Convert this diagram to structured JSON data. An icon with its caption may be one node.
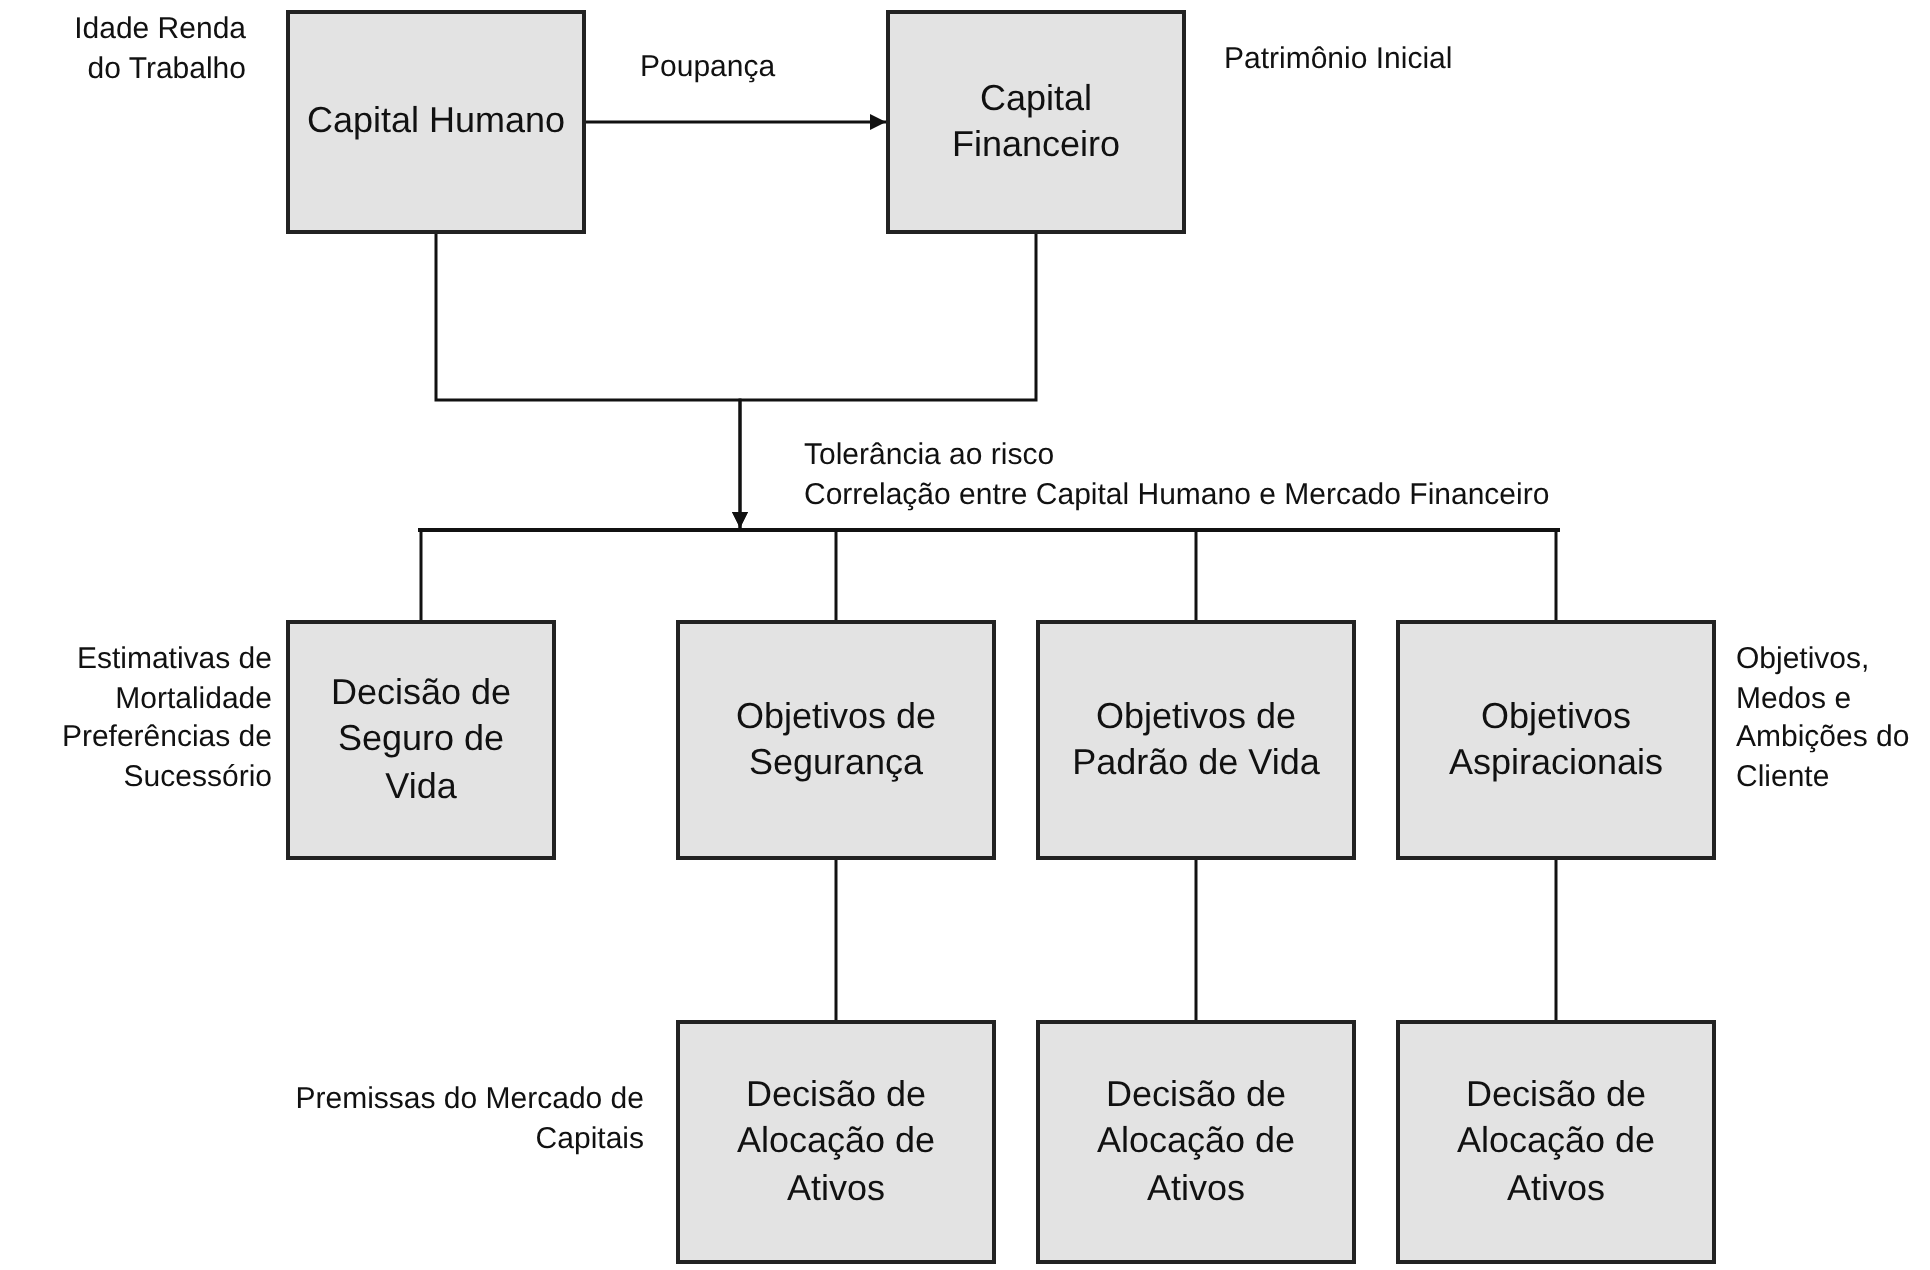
{
  "diagram": {
    "nodes": [
      {
        "text": [
          "Capital Humano"
        ],
        "beside": [
          "Idade Renda do Trabalho"
        ]
      },
      {
        "text": [
          "Capital Financeiro"
        ],
        "beside": [
          "Patrimônio Inicial"
        ]
      },
      {
        "text": [
          "Decisão de Seguro de Vida"
        ],
        "beside": [
          "Estimativas de Mortalidade",
          "Preferências de Sucessório"
        ]
      },
      {
        "text": [
          "Objetivos de Segurança"
        ]
      },
      {
        "text": [
          "Objetivos de Padrão de Vida"
        ]
      },
      {
        "text": [
          "Objetivos Aspiracionais"
        ],
        "beside": [
          "Objetivos, Medos e Ambições do Cliente"
        ]
      },
      {
        "text": [
          "Decisão de Alocação de Ativos"
        ],
        "beside": [
          "Premissas do Mercado de Capitais"
        ]
      },
      {
        "text": [
          "Decisão de Alocação de Ativos"
        ]
      },
      {
        "text": [
          "Decisão de Alocação de Ativos"
        ]
      },
      {
        "text": [],
        "shape": "bar"
      }
    ],
    "edges": [
      {
        "from": 0,
        "to": 1,
        "arrow": "to",
        "label": "Poupança"
      },
      {
        "from": 0,
        "to": 9,
        "arrow": "to"
      },
      {
        "from": 1,
        "to": 9,
        "arrow": "to"
      },
      {
        "from": 9,
        "to": 2,
        "arrow": "none"
      },
      {
        "from": 9,
        "to": 3,
        "arrow": "none"
      },
      {
        "from": 9,
        "to": 4,
        "arrow": "none"
      },
      {
        "from": 9,
        "to": 5,
        "arrow": "none"
      },
      {
        "from": 3,
        "to": 6,
        "arrow": "none"
      },
      {
        "from": 4,
        "to": 7,
        "arrow": "none"
      },
      {
        "from": 5,
        "to": 8,
        "arrow": "none"
      }
    ],
    "labels": [
      "Tolerância ao risco",
      "Correlação entre Capital Humano e Mercado Financeiro"
    ]
  }
}
